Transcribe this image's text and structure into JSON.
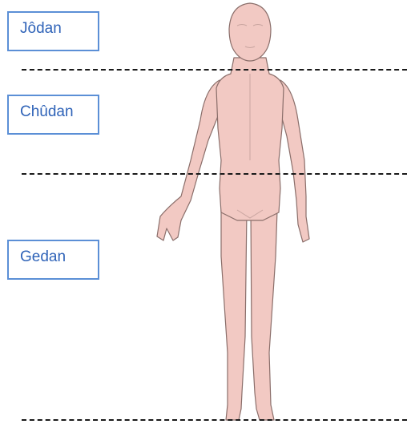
{
  "zones": [
    {
      "label": "Jôdan"
    },
    {
      "label": "Chûdan"
    },
    {
      "label": "Gedan"
    }
  ],
  "figure": {
    "icon": "human-figure-icon",
    "skin_color": "#f2c9c3",
    "outline_color": "#8a6e6a"
  },
  "colors": {
    "label_border": "#5b8fd6",
    "label_text": "#2f63b8",
    "divider": "#1a1a1a"
  }
}
